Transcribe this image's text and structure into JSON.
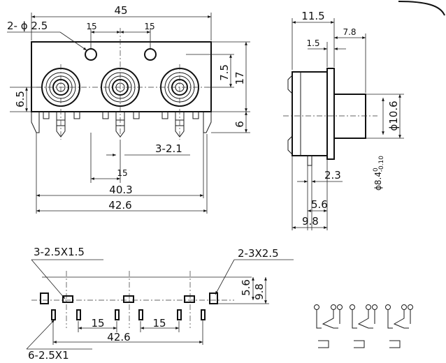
{
  "front_view": {
    "total_width": "45",
    "hole_callout": "2- ϕ 2.5",
    "pitch_left": "15",
    "pitch_right": "15",
    "dim_7_5": "7.5",
    "dim_17": "17",
    "dim_6_5": "6.5",
    "dim_6": "6",
    "pin_callout": "3-2.1",
    "pin_pitch": "15",
    "dim_40_3": "40.3",
    "dim_42_6": "42.6"
  },
  "side_view": {
    "dim_11_5": "11.5",
    "dim_7_8": "7.8",
    "dim_1_5": "1.5",
    "dim_10_6": "ϕ10.6",
    "dim_8_4_main": "ϕ8.4",
    "dim_8_4_tol_upper": "0",
    "dim_8_4_tol_lower": "-0.10",
    "dim_2_3": "2.3",
    "dim_5_6": "5.6",
    "dim_9_8": "9.8"
  },
  "footprint": {
    "slot_callout_top": "3-2.5X1.5",
    "slot_callout_right": "2-3X2.5",
    "slot_callout_bottom": "6-2.5X1",
    "dim_5_6": "5.6",
    "dim_9_8": "9.8",
    "pitch_left": "15",
    "pitch_right": "15",
    "dim_42_6": "42.6"
  },
  "schematic": {
    "symbol_count": 3
  }
}
